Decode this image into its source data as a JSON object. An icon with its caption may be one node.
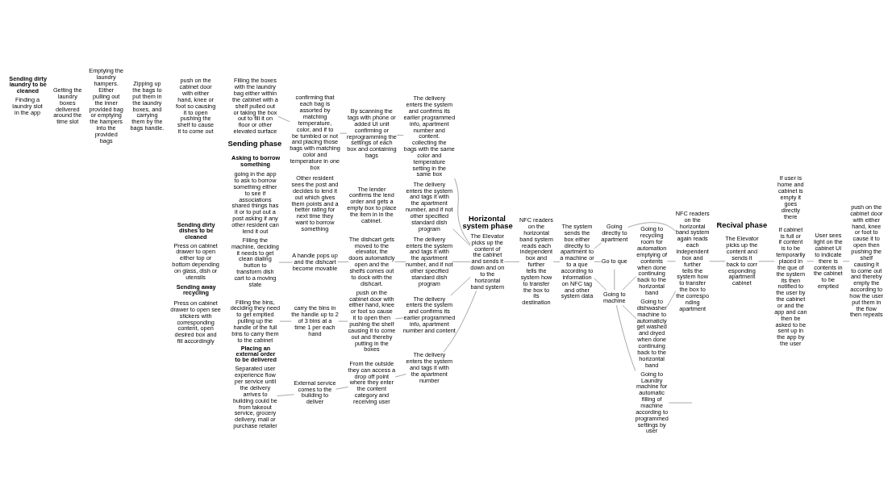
{
  "diagram": {
    "nodes": [
      {
        "text": [
          "Finding a laundry slot in the app"
        ]
      },
      {
        "text": [
          "Getting the laundry boxes delivered around the time slot"
        ]
      },
      {
        "text": [
          "Emptying the laundry hampers. Either pulling out the inner provided bag or emptying the hampers into the provided bags"
        ]
      },
      {
        "text": [
          "Zipping up the bags to put them in the laundry boxes, and carrying them by the bags handle."
        ]
      },
      {
        "text": [
          "push on the cabinet door with either hand, knee or foot so causing it to open pushing the shelf to cause it to come out"
        ]
      },
      {
        "text": [
          "Filling the boxes with the laundry bag either within the cabinet with a shelf pulled out or taking the box out to fill it on floor or other elevated surface"
        ]
      },
      {
        "text": [
          "confirming that each bag is assorted by matching temperature, color, and if to be tumbled or not and placing those bags with matching color and temperature in one box"
        ]
      },
      {
        "text": [
          "By scanning the tags with phone or added UI unit confirming or reprogramming the settings of each box and containing bags"
        ]
      },
      {
        "text": [
          "The delivery enters the system and confirms its earlier programmed info, apartment number and content. collecting the bags with the same color and temperature setting in the same box"
        ]
      },
      {
        "text": [
          "going in the app to ask to borrow something either to see if associations shared things has it or to put out a post asking if any other resident can lend it out"
        ]
      },
      {
        "text": [
          "Other resident sees the post and decides to lend it out which gives them points and a better rating for next time they want to borrow something"
        ]
      },
      {
        "text": [
          "The lender confirms the lend order and gets a empty box to place the item in in the cabinet."
        ]
      },
      {
        "text": [
          "The delivery enters the system and tags it with the apartment number, and if not other specified standard dish program"
        ]
      },
      {
        "text": [
          "Press on cabinet drawer to open either top or bottom depending on glass, dish or utensils"
        ]
      },
      {
        "text": [
          "Filling the machine, deciding it needs to get clean dialing button to transform dish cart to a moving state"
        ]
      },
      {
        "text": [
          "A handle pops up and the dishcart become movable"
        ]
      },
      {
        "text": [
          "The dishcart gets moved to the elevator, the doors automaticly open and the shelfs comes out to dock with the dishcart."
        ]
      },
      {
        "text": [
          "The delivery enters the system and tags it with the apartment number, and if not other specified standard dish program"
        ]
      },
      {
        "text": [
          "Press on cabinet drawer to open see stickers with corresponding content, open desired box and fill accordingly"
        ]
      },
      {
        "text": [
          "Filling the bins, deciding they need to get emptied pulling up the handle of the full bins to carry them to the cabinet"
        ]
      },
      {
        "text": [
          "carry the bins in the handle up to 2 of 3 bins at a time 1 per each hand"
        ]
      },
      {
        "text": [
          "push on the cabinet door with either hand, knee or foot so cause it to open then pushing the shelf causing it to come out and thereby putting in the boxes"
        ]
      },
      {
        "text": [
          "The delivery enters the system and confirms its earlier programmed info, apartment number and content"
        ]
      },
      {
        "text": [
          "Separated user experience flow per service until the delivery arrives to building could be from takeout service, grocery delivery, mail or purchase retailer"
        ]
      },
      {
        "text": [
          "External service comes to the building to deliver"
        ]
      },
      {
        "text": [
          "From the outside they can access a drop off point where they enter the content category and receiving user"
        ]
      },
      {
        "text": [
          "The delivery enters the system and tags it with the apartment number"
        ]
      },
      {
        "text": [
          "The Elevator picks up the content of the cabinet and sends it down and on to the horizontal band system"
        ]
      },
      {
        "text": [
          "NFC readers on the horizontal band system reads each independent box and further tells the system how to transfer the box to its destination"
        ]
      },
      {
        "text": [
          "The system sends the box either directly to apartment to a machine or to a que according to information on NFC tag and other system data"
        ]
      },
      {
        "text": [
          "Going directly to apartment"
        ]
      },
      {
        "text": [
          "Go to que"
        ]
      },
      {
        "text": [
          "Going to machine"
        ]
      },
      {
        "text": [
          "Going to recycling room for automation emptying of contents when done continuing back to the horizontal band"
        ]
      },
      {
        "text": [
          "Going to dishwasher machine to automaticly get washed and dryed when done continuing back to the horizontal band"
        ]
      },
      {
        "text": [
          "Going to Laundry machine for automatic filling of machine according to programmed settings by user"
        ]
      },
      {
        "text": [
          "NFC readers on the horizontal band system again reads each independent box and further tells the system how to transfer the box to the corresponding apartment"
        ]
      },
      {
        "text": [
          "The Elevator picks up the content and sends it back to corresponding apartment cabinet"
        ]
      },
      {
        "text": [
          "If user is home and cabinet is empty it goes directly there",
          "If cabinet is full or if content is to be temporarily placed in the que of the system its then notified to the user by the cabinet or and the app and can then be asked to be sent up in the app by the user"
        ]
      },
      {
        "text": [
          "User sees light on the cabinet UI to indicate there is contents in the cabinet to be emptied"
        ]
      },
      {
        "text": [
          "push on the cabinet door with either hand, knee or foot to cause it to open then pushing the shelf causing it to come out and thereby empty the according to how the user put them in the flow then repeats"
        ]
      }
    ],
    "edges": [
      {
        "from": 5,
        "to": 6,
        "arrow": "none"
      },
      {
        "from": 6,
        "to": 7,
        "arrow": "none"
      },
      {
        "from": 7,
        "to": 8,
        "arrow": "none"
      },
      {
        "from": 8,
        "to": 27,
        "arrow": "none"
      },
      {
        "from": 12,
        "to": 27,
        "arrow": "none"
      },
      {
        "from": 14,
        "to": 15,
        "arrow": "none"
      },
      {
        "from": 15,
        "to": 16,
        "arrow": "none"
      },
      {
        "from": 16,
        "to": 17,
        "arrow": "none"
      },
      {
        "from": 17,
        "to": 27,
        "arrow": "none"
      },
      {
        "from": 19,
        "to": 20,
        "arrow": "none"
      },
      {
        "from": 20,
        "to": 21,
        "arrow": "none"
      },
      {
        "from": 21,
        "to": 22,
        "arrow": "none"
      },
      {
        "from": 22,
        "to": 27,
        "arrow": "none"
      },
      {
        "from": 23,
        "to": 24,
        "arrow": "none"
      },
      {
        "from": 24,
        "to": 25,
        "arrow": "none"
      },
      {
        "from": 25,
        "to": 26,
        "arrow": "none"
      },
      {
        "from": 26,
        "to": 27,
        "arrow": "none"
      },
      {
        "from": 27,
        "to": 28,
        "arrow": "none"
      },
      {
        "from": 28,
        "to": 29,
        "arrow": "none"
      },
      {
        "from": 29,
        "to": 30,
        "arrow": "none"
      },
      {
        "from": 29,
        "to": 31,
        "arrow": "none"
      },
      {
        "from": 29,
        "to": 32,
        "arrow": "none"
      },
      {
        "from": 31,
        "to": 32,
        "arrow": "none"
      },
      {
        "from": 32,
        "to": 33,
        "arrow": "none"
      },
      {
        "from": 32,
        "to": 34,
        "arrow": "none"
      },
      {
        "from": 32,
        "to": 35,
        "arrow": "none"
      },
      {
        "from": 30,
        "to": 36,
        "arrow": "none"
      },
      {
        "from": 33,
        "to": 36,
        "arrow": "none"
      },
      {
        "from": 34,
        "to": 36,
        "arrow": "none"
      },
      {
        "from": 35,
        "to": null,
        "arrow": "none"
      },
      {
        "from": 36,
        "to": 37,
        "arrow": "none"
      },
      {
        "from": 37,
        "to": 38,
        "arrow": "none"
      },
      {
        "from": 38,
        "to": 39,
        "arrow": "none"
      },
      {
        "from": 39,
        "to": 40,
        "arrow": "none"
      }
    ],
    "labels": [
      "Sending phase",
      "Horizontal system phase",
      "Recival phase",
      "Asking to borrow something",
      "Sending dirty dishes to be cleaned",
      "Sending away recycling",
      "Sending dirty laundry to be cleaned",
      "Placing an external order to be delivered"
    ]
  }
}
